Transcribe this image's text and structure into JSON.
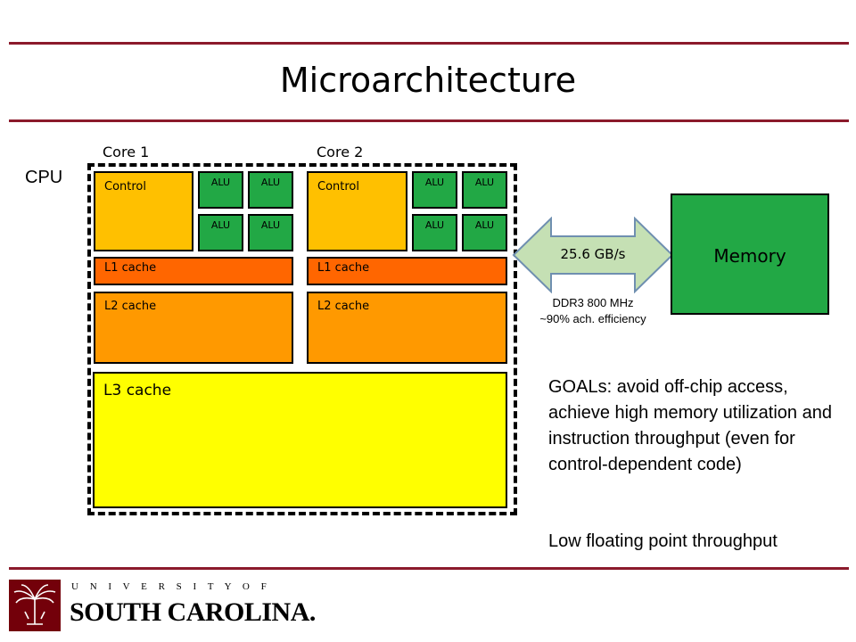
{
  "slide": {
    "title": "Microarchitecture",
    "cpu_label": "CPU",
    "memory_label": "Memory",
    "bandwidth_label": "25.6 GB/s",
    "ddr_line1": "DDR3 800 MHz",
    "ddr_line2": "~90% ach. efficiency",
    "l3_label": "L3 cache",
    "goals_text": "GOALs:  avoid off-chip access, achieve high memory utilization and instruction throughput (even for control-dependent code)",
    "low_fp_text": "Low floating point throughput"
  },
  "cores": [
    {
      "label": "Core 1",
      "control": "Control",
      "alus": [
        "ALU",
        "ALU",
        "ALU",
        "ALU"
      ],
      "l1": "L1 cache",
      "l2": "L2 cache"
    },
    {
      "label": "Core 2",
      "control": "Control",
      "alus": [
        "ALU",
        "ALU",
        "ALU",
        "ALU"
      ],
      "l1": "L1 cache",
      "l2": "L2 cache"
    }
  ],
  "logo": {
    "line1": "U N I V E R S I T Y   O F",
    "line2": "SOUTH CAROLINA."
  },
  "colors": {
    "rule": "#8b1a2b",
    "control": "#ffc000",
    "alu": "#22a845",
    "l1": "#ff6600",
    "l2": "#ff9900",
    "l3": "#ffff00",
    "memory": "#22a845",
    "arrow": "#c5e0b4",
    "logo_red": "#73000a"
  }
}
